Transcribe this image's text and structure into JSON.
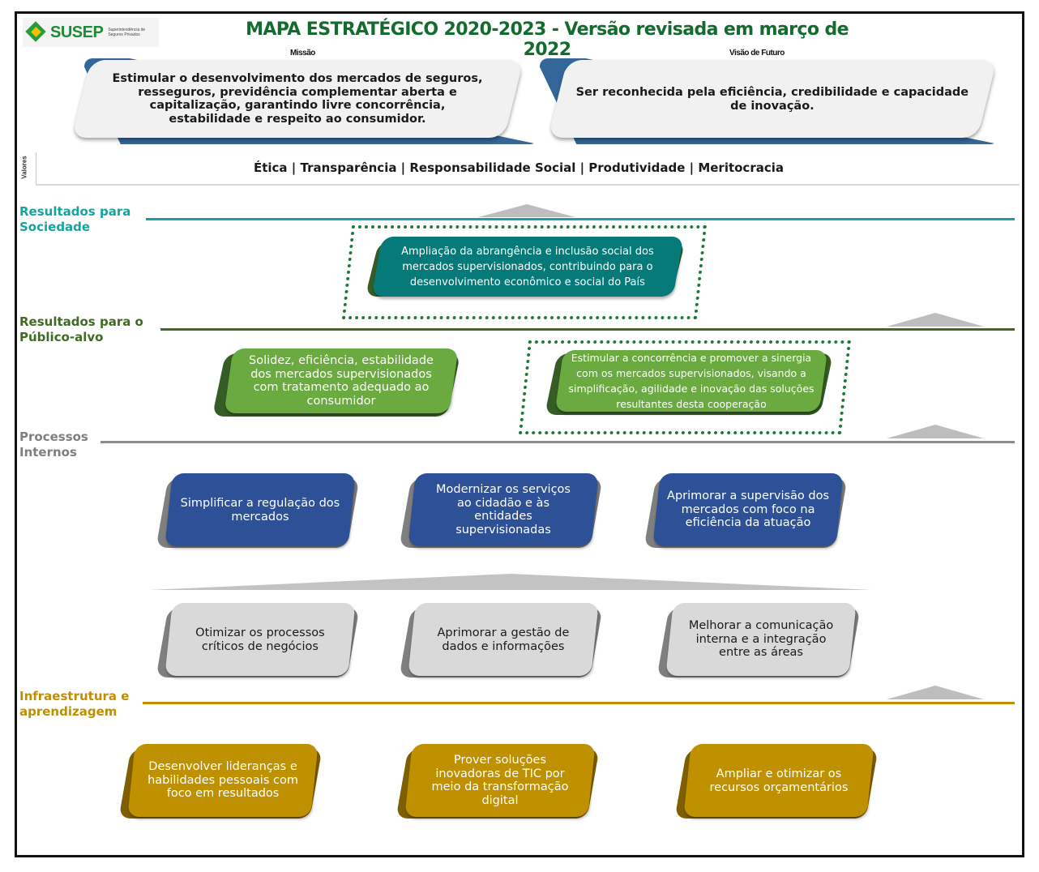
{
  "header": {
    "logo_text": "SUSEP",
    "logo_subtitle": "Superintendência de Seguros Privados",
    "title": "MAPA ESTRATÉGICO 2020-2023 - Versão revisada em março de 2022"
  },
  "mission": {
    "label": "Missão",
    "text": "Estimular o desenvolvimento dos mercados de seguros, resseguros, previdência complementar aberta e capitalização, garantindo livre concorrência, estabilidade e respeito ao consumidor."
  },
  "vision": {
    "label": "Visão de Futuro",
    "text": "Ser reconhecida pela eficiência, credibilidade e capacidade de inovação."
  },
  "values": {
    "label": "Valores",
    "text": "Ética | Transparência | Responsabilidade Social | Produtividade | Meritocracia"
  },
  "colors": {
    "title_green": "#136b2e",
    "society": "#17a2a0",
    "society_card": "#067a78",
    "public": "#3d6b22",
    "public_card": "#6aaa40",
    "public_card_shadow": "#355d25",
    "processes": "#7f7f7f",
    "process_blue": "#2e5096",
    "process_gray": "#d9d9d9",
    "infra": "#bf8f00",
    "infra_card": "#bf9000",
    "infra_shadow": "#7f6000",
    "banner_blue": "#336699",
    "highlight_dotted": "#1f7a37"
  },
  "perspectives": [
    {
      "label_line1": "Resultados para",
      "label_line2": "Sociedade",
      "objectives": [
        {
          "text": "Ampliação da abrangência e inclusão social dos mercados supervisionados, contribuindo para o desenvolvimento econômico e social do País",
          "highlighted": true
        }
      ]
    },
    {
      "label_line1": "Resultados para o",
      "label_line2": "Público-alvo",
      "objectives": [
        {
          "text": "Solidez, eficiência, estabilidade dos mercados supervisionados com tratamento adequado ao consumidor",
          "highlighted": false
        },
        {
          "text": "Estimular a concorrência e promover a sinergia com os mercados supervisionados, visando a simplificação, agilidade e inovação das soluções resultantes desta cooperação",
          "highlighted": true
        }
      ]
    },
    {
      "label_line1": "Processos",
      "label_line2": "Internos",
      "objectives": [
        {
          "text": "Simplificar a regulação dos mercados"
        },
        {
          "text": "Modernizar os serviços ao cidadão e às entidades supervisionadas"
        },
        {
          "text": "Aprimorar a supervisão dos mercados com foco na eficiência da atuação"
        },
        {
          "text": "Otimizar os processos críticos de negócios"
        },
        {
          "text": "Aprimorar a gestão de dados e informações"
        },
        {
          "text": "Melhorar a comunicação interna e a integração entre as áreas"
        }
      ]
    },
    {
      "label_line1": "Infraestrutura e",
      "label_line2": "aprendizagem",
      "objectives": [
        {
          "text": "Desenvolver lideranças e habilidades pessoais com foco em resultados"
        },
        {
          "text": "Prover soluções inovadoras de TIC por meio da transformação digital"
        },
        {
          "text": "Ampliar e otimizar os recursos orçamentários"
        }
      ]
    }
  ]
}
